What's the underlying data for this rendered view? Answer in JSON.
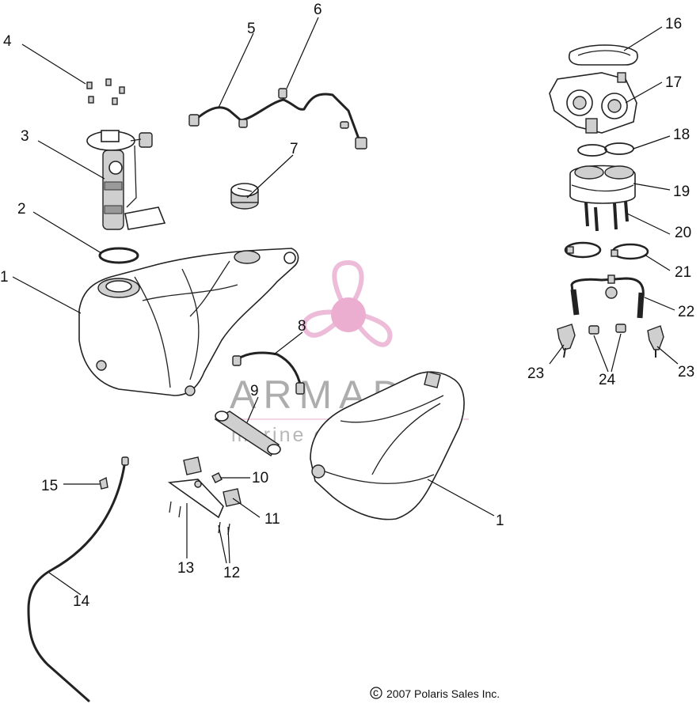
{
  "diagram": {
    "callouts": {
      "n1": "1",
      "n2": "2",
      "n3": "3",
      "n4": "4",
      "n5": "5",
      "n6": "6",
      "n7": "7",
      "n8": "8",
      "n9": "9",
      "n10": "10",
      "n11": "11",
      "n12": "12",
      "n13": "13",
      "n14": "14",
      "n15": "15",
      "n16": "16",
      "n17": "17",
      "n18": "18",
      "n19": "19",
      "n20": "20",
      "n21": "21",
      "n22": "22",
      "n23": "23",
      "n24": "24"
    },
    "copyright": "2007 Polaris Sales Inc.",
    "copyright_symbol": "c"
  },
  "watermark": {
    "brand": "ARMADA",
    "tagline": "marine outboards",
    "colors": {
      "logo": "#e8a6cc",
      "logo_center": "#e593c2",
      "text": "#7a7a7a"
    }
  }
}
